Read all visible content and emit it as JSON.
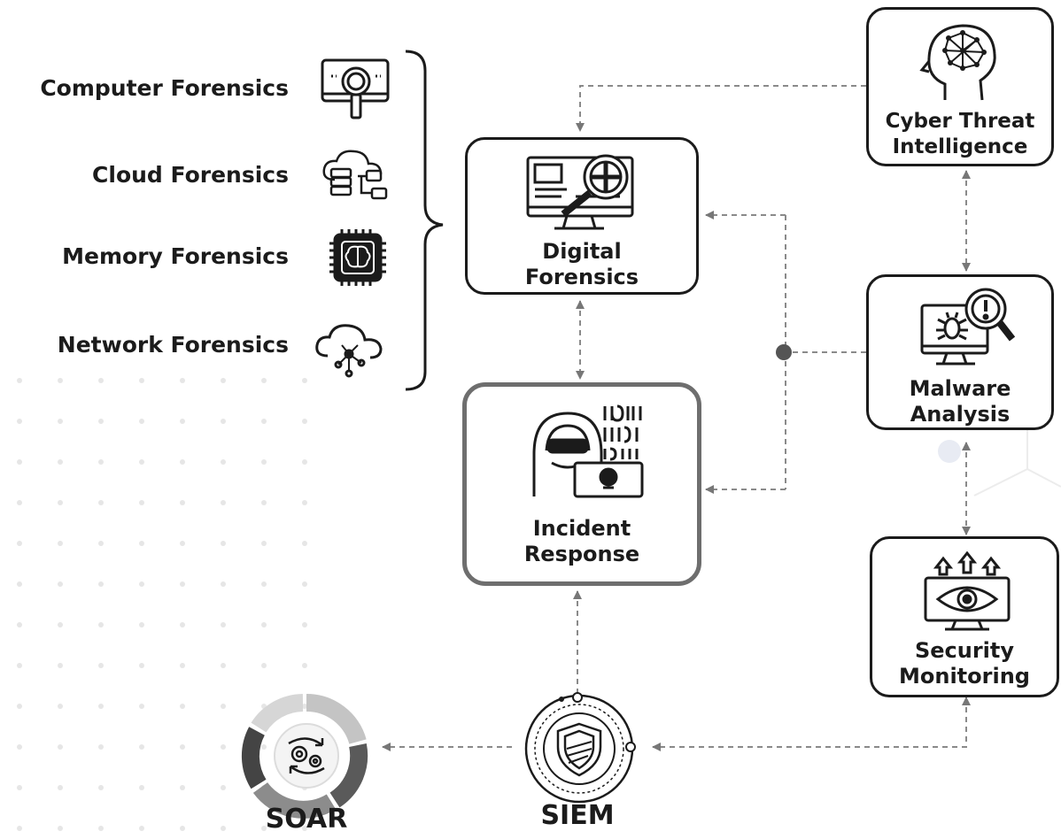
{
  "forensics": [
    {
      "label": "Computer Forensics",
      "icon": "magnifier-monitor-icon"
    },
    {
      "label": "Cloud Forensics",
      "icon": "cloud-database-icon"
    },
    {
      "label": "Memory Forensics",
      "icon": "brain-chip-icon"
    },
    {
      "label": "Network Forensics",
      "icon": "cloud-network-icon"
    }
  ],
  "nodes": {
    "digital_forensics": {
      "line1": "Digital",
      "line2": "Forensics",
      "icon": "monitor-magnifier-icon"
    },
    "incident_response": {
      "line1": "Incident",
      "line2": "Response",
      "icon": "hacker-laptop-icon"
    },
    "cyber_threat_intelligence": {
      "line1": "Cyber Threat",
      "line2": "Intelligence",
      "icon": "brain-head-icon"
    },
    "malware_analysis": {
      "line1": "Malware",
      "line2": "Analysis",
      "icon": "bug-monitor-icon"
    },
    "security_monitoring": {
      "line1": "Security",
      "line2": "Monitoring",
      "icon": "eye-monitor-icon"
    }
  },
  "bottom": {
    "soar": {
      "label": "SOAR",
      "icon": "gears-cycle-icon"
    },
    "siem": {
      "label": "SIEM",
      "icon": "shield-icon"
    }
  },
  "colors": {
    "ink": "#1b1b1b",
    "connector": "#8a8a8a",
    "frame": "#6e6e6e"
  }
}
